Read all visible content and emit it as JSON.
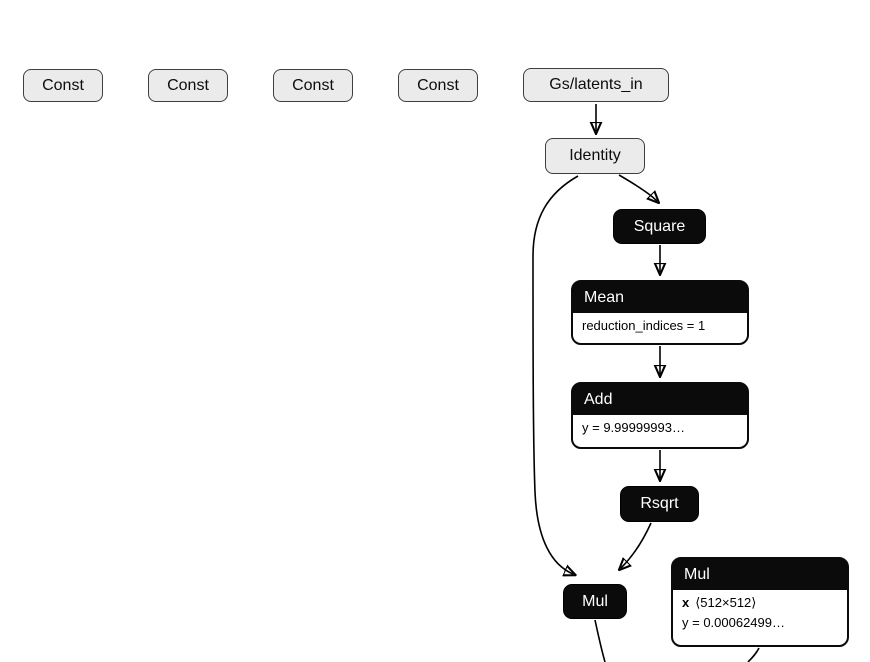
{
  "graph": {
    "background": "#ffffff",
    "colors": {
      "node_light_fill": "#ebebeb",
      "node_light_border": "#3f3f3f",
      "node_dark_fill": "#0b0b0b",
      "node_dark_text": "#ffffff",
      "edge": "#000000"
    },
    "nodes": {
      "consts": [
        "Const",
        "Const",
        "Const",
        "Const"
      ],
      "latents_in": {
        "label": "Gs/latents_in"
      },
      "identity": {
        "label": "Identity"
      },
      "square": {
        "label": "Square"
      },
      "mean": {
        "title": "Mean",
        "attr": "reduction_indices = 1"
      },
      "add": {
        "title": "Add",
        "attr": "y = 9.99999993…"
      },
      "rsqrt": {
        "label": "Rsqrt"
      },
      "mul": {
        "label": "Mul"
      },
      "mul_detail": {
        "title": "Mul",
        "attr_x_key": "x",
        "attr_x_value": "⟨512×512⟩",
        "attr_y": "y = 0.00062499…"
      }
    }
  }
}
